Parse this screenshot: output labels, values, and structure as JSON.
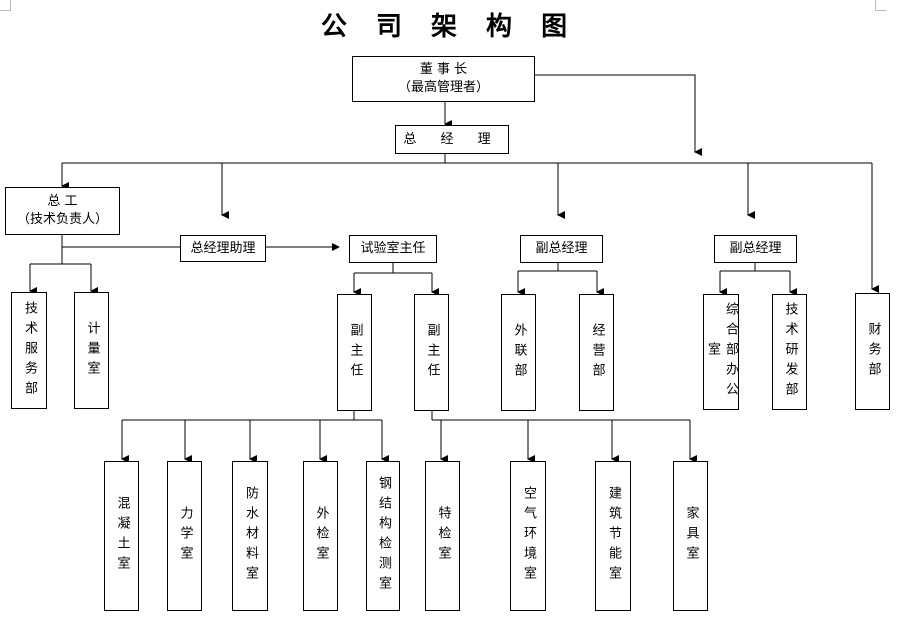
{
  "title": "公 司 架 构 图",
  "nodes": {
    "chairman": {
      "line1": "董 事 长",
      "line2": "（最高管理者）"
    },
    "gm": "总 经 理",
    "chief_engineer": {
      "line1": "总 工",
      "line2": "（技术负责人）"
    },
    "gm_assistant": "总经理助理",
    "lab_director": "试验室主任",
    "deputy_gm_1": "副总经理",
    "deputy_gm_2": "副总经理",
    "tech_service": "技术服务部",
    "metrology": "计量室",
    "deputy_director_1": "副主任",
    "deputy_director_2": "副主任",
    "external_relations": "外联部",
    "business": "经营部",
    "general_office": "综合部办公室",
    "rnd": "技术研发部",
    "finance": "财务部",
    "concrete": "混凝土室",
    "mechanics": "力学室",
    "waterproof": "防水材料室",
    "external_inspection": "外检室",
    "steel_structure": "钢结构检测室",
    "special_inspection": "特检室",
    "air_environment": "空气环境室",
    "building_energy": "建筑节能室",
    "furniture": "家具室"
  }
}
